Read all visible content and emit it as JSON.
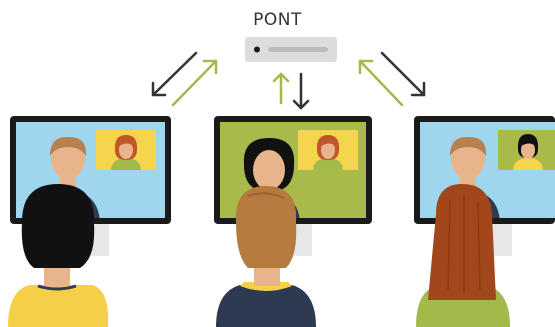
{
  "bridge": {
    "label": "PONT"
  },
  "colors": {
    "arrow_dark": "#333333",
    "arrow_green": "#a3b94a",
    "screen_blue": "#9fd6ee",
    "screen_green": "#a9b94a",
    "tile_yellow": "#f6d54e",
    "monitor_frame": "#1a1a1a",
    "device_gray": "#dcdcdc"
  },
  "participants": [
    {
      "name": "left-participant",
      "screen": "blue",
      "remote_tile": "yellow-tile-woman-redhead",
      "viewer_hair": "black",
      "viewer_shirt": "yellow"
    },
    {
      "name": "center-participant",
      "screen": "green",
      "remote_tile": "yellow-tile-woman-redhead",
      "viewer_hair": "blonde",
      "viewer_shirt": "navy"
    },
    {
      "name": "right-participant",
      "screen": "blue",
      "remote_tile": "green-tile-woman-black-hair",
      "viewer_hair": "auburn",
      "viewer_shirt": "olive"
    }
  ]
}
